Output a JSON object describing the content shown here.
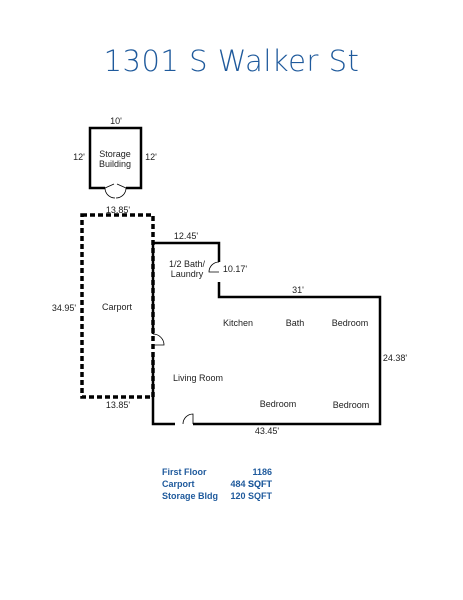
{
  "title": "1301 S Walker St",
  "rooms": {
    "storage": "Storage\nBuilding",
    "carport": "Carport",
    "half_bath": "1/2 Bath/\nLaundry",
    "kitchen": "Kitchen",
    "bath": "Bath",
    "bedroom_1": "Bedroom",
    "living_room": "Living Room",
    "bedroom_2": "Bedroom",
    "bedroom_3": "Bedroom"
  },
  "dimensions": {
    "storage_top": "10'",
    "storage_left": "12'",
    "storage_right": "12'",
    "carport_top": "13.85'",
    "carport_left": "34.95'",
    "carport_bottom": "13.85'",
    "bath_top": "12.45'",
    "bath_side": "10.17'",
    "main_top": "31'",
    "main_right": "24.38'",
    "main_bottom": "43.45'"
  },
  "summary": [
    {
      "label": "First Floor",
      "value": "1186 SQFT"
    },
    {
      "label": "Carport",
      "value": "484 SQFT"
    },
    {
      "label": "Storage Bldg",
      "value": "120 SQFT"
    }
  ],
  "colors": {
    "title": "#1f5a9c",
    "summary": "#1f5a9c",
    "walls": "#000000"
  }
}
